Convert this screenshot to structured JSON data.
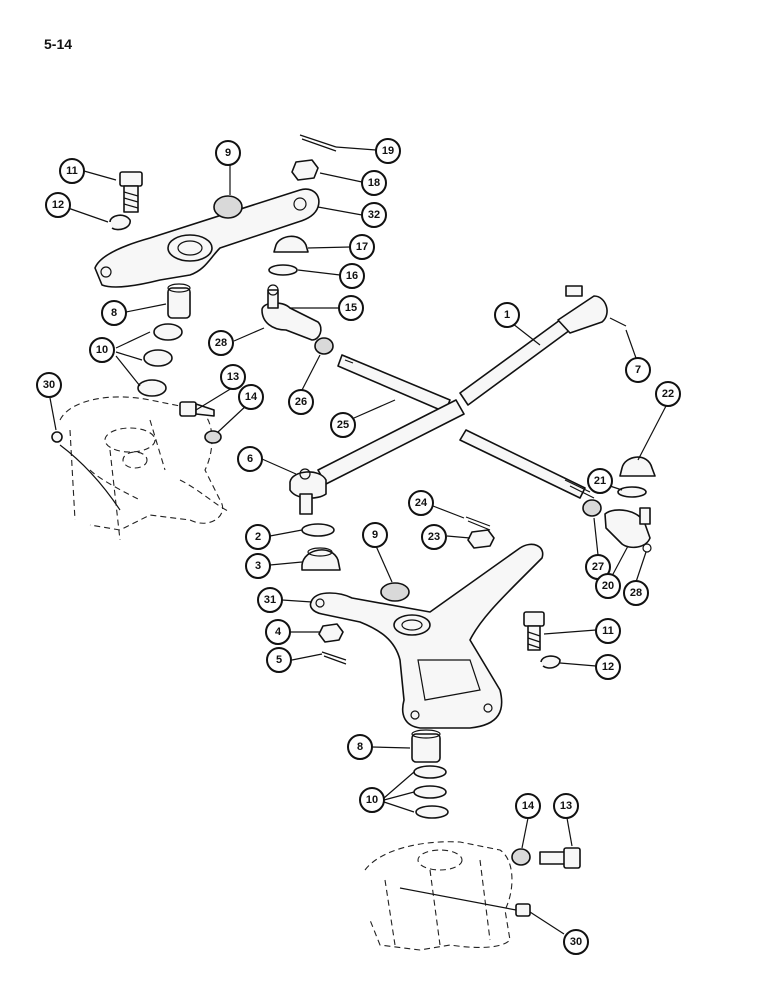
{
  "page": {
    "number": "5-14"
  },
  "callouts": [
    {
      "id": "c-19",
      "label": "19"
    },
    {
      "id": "c-9a",
      "label": "9"
    },
    {
      "id": "c-11a",
      "label": "11"
    },
    {
      "id": "c-18",
      "label": "18"
    },
    {
      "id": "c-12a",
      "label": "12"
    },
    {
      "id": "c-32",
      "label": "32"
    },
    {
      "id": "c-17",
      "label": "17"
    },
    {
      "id": "c-16",
      "label": "16"
    },
    {
      "id": "c-8a",
      "label": "8"
    },
    {
      "id": "c-15",
      "label": "15"
    },
    {
      "id": "c-1",
      "label": "1"
    },
    {
      "id": "c-28a",
      "label": "28"
    },
    {
      "id": "c-10a",
      "label": "10"
    },
    {
      "id": "c-7",
      "label": "7"
    },
    {
      "id": "c-30a",
      "label": "30"
    },
    {
      "id": "c-13a",
      "label": "13"
    },
    {
      "id": "c-14a",
      "label": "14"
    },
    {
      "id": "c-26",
      "label": "26"
    },
    {
      "id": "c-25",
      "label": "25"
    },
    {
      "id": "c-22",
      "label": "22"
    },
    {
      "id": "c-6",
      "label": "6"
    },
    {
      "id": "c-21",
      "label": "21"
    },
    {
      "id": "c-24",
      "label": "24"
    },
    {
      "id": "c-2",
      "label": "2"
    },
    {
      "id": "c-23",
      "label": "23"
    },
    {
      "id": "c-9b",
      "label": "9"
    },
    {
      "id": "c-27",
      "label": "27"
    },
    {
      "id": "c-20",
      "label": "20"
    },
    {
      "id": "c-28b",
      "label": "28"
    },
    {
      "id": "c-3",
      "label": "3"
    },
    {
      "id": "c-31",
      "label": "31"
    },
    {
      "id": "c-11b",
      "label": "11"
    },
    {
      "id": "c-4",
      "label": "4"
    },
    {
      "id": "c-12b",
      "label": "12"
    },
    {
      "id": "c-5",
      "label": "5"
    },
    {
      "id": "c-8b",
      "label": "8"
    },
    {
      "id": "c-10b",
      "label": "10"
    },
    {
      "id": "c-14b",
      "label": "14"
    },
    {
      "id": "c-13b",
      "label": "13"
    },
    {
      "id": "c-30b",
      "label": "30"
    }
  ]
}
